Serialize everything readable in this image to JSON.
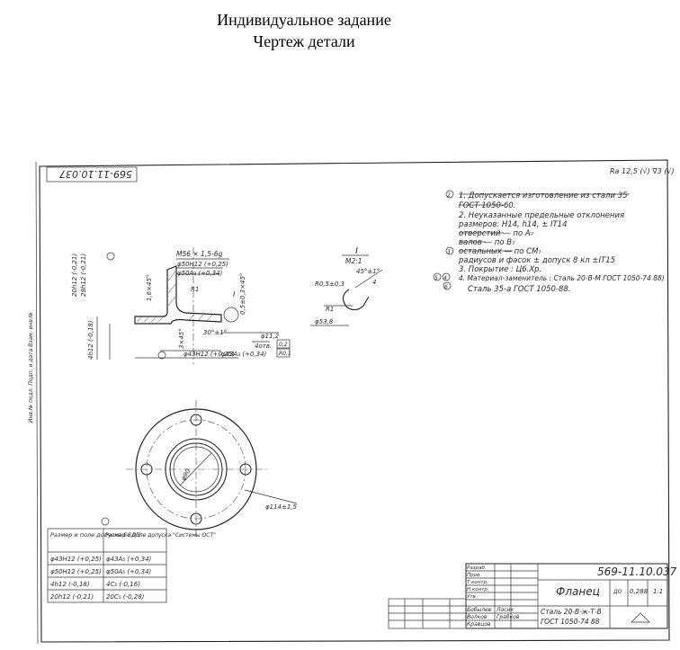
{
  "header": {
    "line1": "Индивидуальное задание",
    "line2": "Чертеж детали"
  },
  "drawing": {
    "stamp_code_rotated": "569-11.10.037",
    "roughness_mark": "Ra 12,5 (√) ∇3 (√)",
    "notes": {
      "n1": "1. Допускается изготовление из стали 35",
      "n1b": "ГОСТ 1050-60.",
      "n2": "2. Неуказанные предельные отклонения",
      "n2b": "размеров: H14, h14, ± IT14",
      "n2c": "отверстий — по A₇",
      "n2d": "валов — по B₇",
      "n2e": "остальных — по СМ₇",
      "n2f": "радиусов и фасок ± допуск 8 кл ±IT15",
      "n3": "3. Покрытие : Ц6.Хр.",
      "n4": "4. Материал-заменитель : Сталь 20-В-М  ГОСТ 1050-74 88)",
      "n4b": "Сталь 35-а  ГОСТ 1050-88."
    },
    "detail_label": "I",
    "detail_scale": "М2:1",
    "dims": {
      "thread": "М56 × 1,5-6g",
      "d50H12": "φ50H12 (+0,25)",
      "d50A": "φ50A₃ (+0,34)",
      "chamfer1": "1,6×45°",
      "chamfer2": "0,5±0,3×45°",
      "r1": "R1",
      "d20": "20h12 (-0,21)",
      "d28": "28h12 (-0,21)",
      "h4": "4h12 (-0,18)",
      "c3": "3×45°",
      "ang": "30°±1°",
      "w4": "4отв.",
      "d112": "φ11,2",
      "d43H12": "φ43H12 (+0,25)",
      "d43A": "φ43A₃ (+0,34)",
      "d90": "φ90",
      "d114": "φ114±1,5",
      "r05": "R0,5±0,3",
      "ang45": "45°±1°",
      "w4b": "4",
      "r1b": "R1",
      "d538": "φ53,8",
      "tol1": "0,2",
      "tol2": "R0,1"
    },
    "side_text": "Инв.№ подл.   Подп. и дата   Взам. инв.№",
    "tolerance_table": {
      "col1": "Размер и поле допуска ЕСДП",
      "col2": "Размер и поле допуска \"Системы ОСТ\"",
      "rows": [
        [
          "φ43H12 (+0,25)",
          "φ43A₅ (+0,34)"
        ],
        [
          "φ50H12 (+0,25)",
          "φ50A₅ (+0,34)"
        ],
        [
          "4h12 (-0,18)",
          "4C₅ (-0,16)"
        ],
        [
          "20h12 (-0,21)",
          "20C₅ (-0,28)"
        ]
      ]
    },
    "title_block": {
      "code": "569-11.10.037",
      "name": "Фланец",
      "material1": "Сталь 20-В-ж-Т-В",
      "material2": "ГОСТ 1050-74 88",
      "mass": "0,288",
      "scale": "1:1",
      "lit": "ДО",
      "staff": [
        "Разраб.",
        "Пров.",
        "Т.контр.",
        "Н.контр.",
        "Утв."
      ],
      "names": [
        "Бобылев",
        "Волков",
        "Кравцов",
        "Лосик",
        "Грабков"
      ]
    }
  }
}
